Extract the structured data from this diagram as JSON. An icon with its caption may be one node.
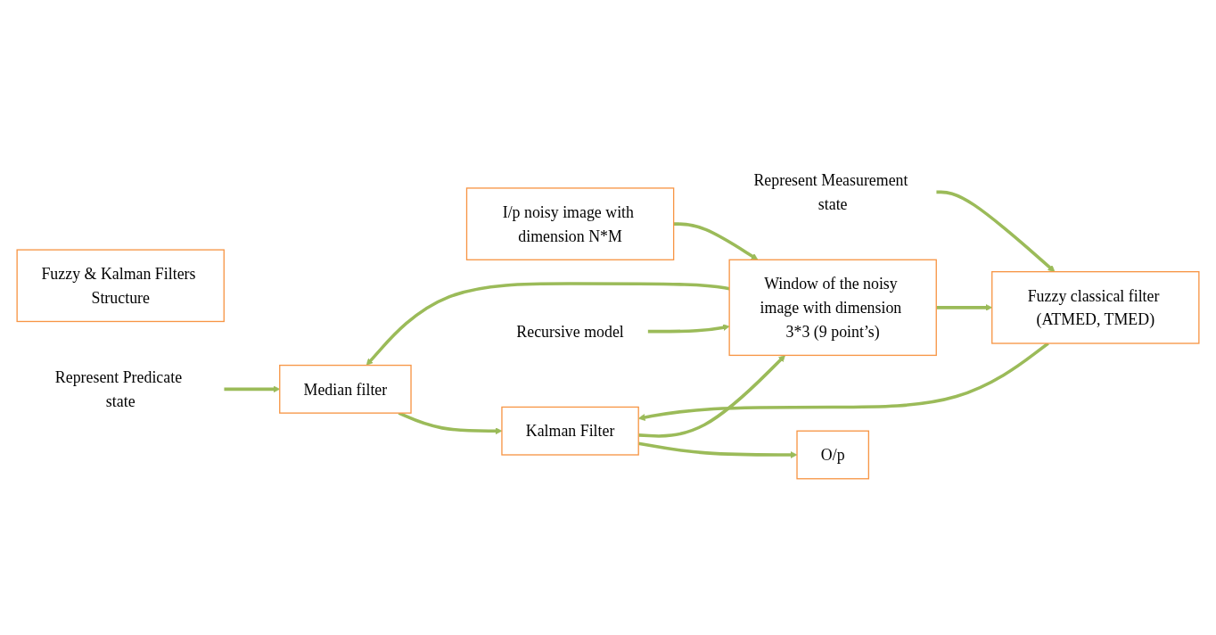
{
  "diagram": {
    "nodes": [
      {
        "text": [
          "I/p noisy image with dimension N*M"
        ]
      },
      {
        "text": [
          "Fuzzy & Kalman Filters Structure"
        ]
      },
      {
        "text": [
          "Represent Predicate state"
        ]
      },
      {
        "text": [
          "Window of the noisy image with dimension 3*3 (9 point’s)"
        ]
      },
      {
        "text": [
          "Median filter"
        ]
      },
      {
        "text": [
          "Fuzzy classical filter (ATMED, TMED)"
        ]
      },
      {
        "text": [
          "Kalman Filter"
        ]
      },
      {
        "text": [
          "O/p"
        ]
      },
      {
        "text": [
          "Represent Measurement state"
        ]
      },
      {
        "text": [
          "Recursive model"
        ]
      }
    ],
    "edges": [
      {
        "from": 0,
        "to": 3,
        "arrow": "to"
      },
      {
        "from": 2,
        "to": 4,
        "arrow": "to"
      },
      {
        "from": 3,
        "to": 4,
        "arrow": "to"
      },
      {
        "from": 3,
        "to": 5,
        "arrow": "to"
      },
      {
        "from": 8,
        "to": 5,
        "arrow": "to"
      },
      {
        "from": 4,
        "to": 6,
        "arrow": "to"
      },
      {
        "from": 5,
        "to": 6,
        "arrow": "to"
      },
      {
        "from": 6,
        "to": 7,
        "arrow": "to"
      },
      {
        "from": 6,
        "to": 3,
        "arrow": "to"
      },
      {
        "from": 9,
        "to": 3,
        "arrow": "to"
      }
    ]
  }
}
